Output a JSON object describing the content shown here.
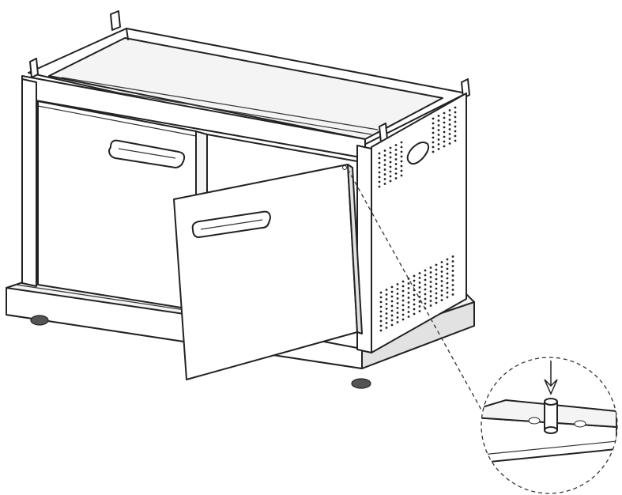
{
  "figure": {
    "subject": "cabinet-door-hinge-pin-assembly",
    "parts": [
      "cart-frame",
      "left-door",
      "right-door-open",
      "side-panel",
      "base-plinth",
      "casters",
      "hinge-pin-detail"
    ]
  }
}
